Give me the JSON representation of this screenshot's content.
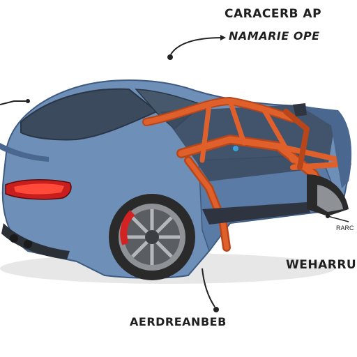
{
  "labels": {
    "top_title": "CARACERB AP",
    "top_subtitle": "NAMARIE OPE",
    "right_label": "WEHARRU",
    "bottom_label": "AERDREANBEB",
    "tiny_label": "RARC"
  },
  "colors": {
    "body": "#6d8fb8",
    "body_dark": "#4a6790",
    "frame": "#e0602c",
    "frame_dark": "#b8461a",
    "tire": "#2a2a2a",
    "rim": "#8e9296",
    "brake": "#d32222",
    "taillight": "#c81e1e"
  },
  "icons": [
    "curved-arrow-icon",
    "pointer-dot-icon"
  ]
}
